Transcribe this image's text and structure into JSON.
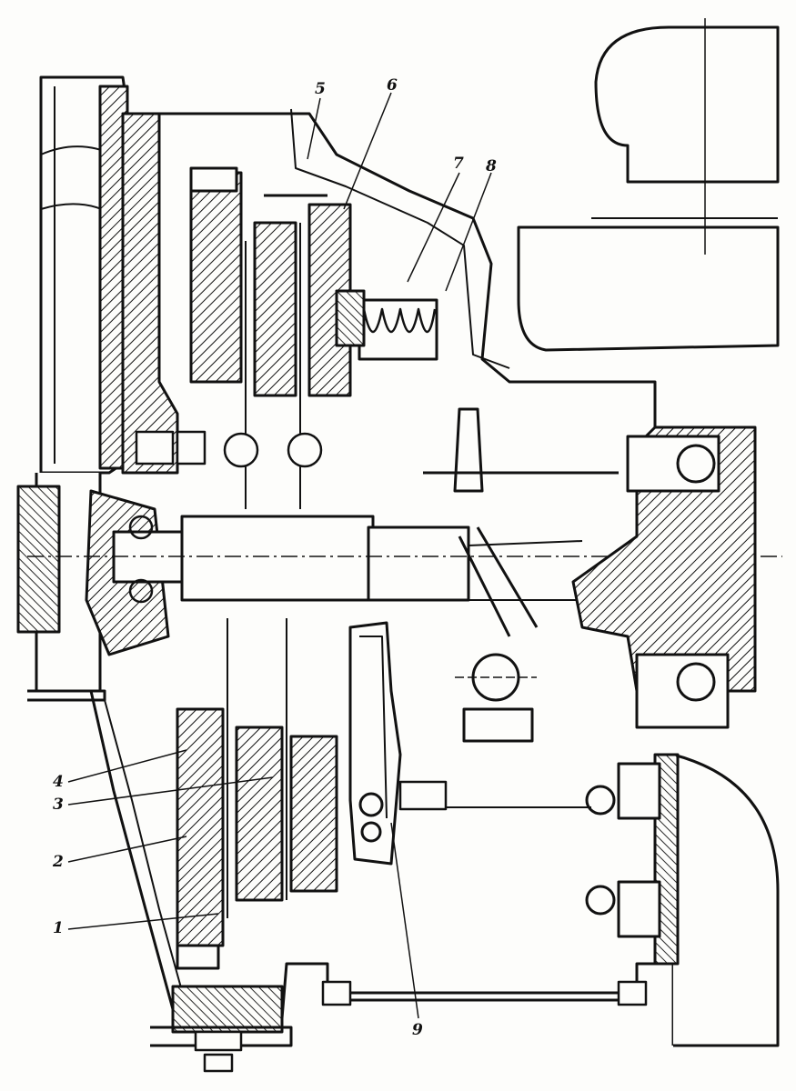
{
  "figure": {
    "callouts": [
      "1",
      "2",
      "3",
      "4",
      "5",
      "6",
      "7",
      "8",
      "9"
    ],
    "colors": {
      "ink": "#111111",
      "paper": "#fdfdfb"
    }
  }
}
